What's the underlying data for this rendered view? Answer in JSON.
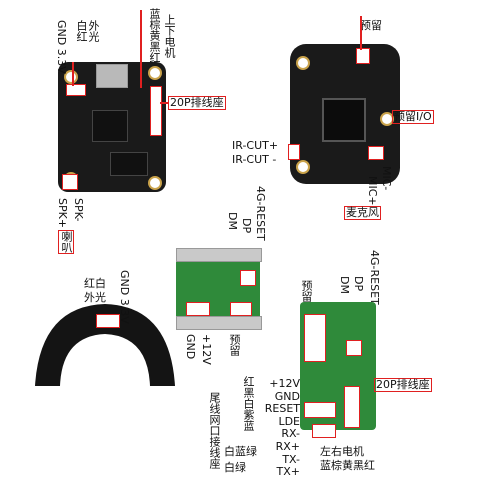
{
  "board1": {
    "label_white_red": "白红",
    "label_gnd_3v3": "GND 3.3V",
    "label_ir_light": "外光",
    "motor_colors": "蓝棕黄黑红",
    "motor_label": "上下电机",
    "connector_20p": "20P排线座",
    "spk_minus": "SPK-",
    "spk_plus": "SPK+",
    "speaker": "喇叭"
  },
  "board2": {
    "reserved_top": "预留",
    "reserved_io": "预留I/O",
    "ircut_plus": "IR-CUT+",
    "ircut_minus": "IR-CUT -",
    "mic_minus": "MIC-",
    "mic_plus": "MIC+",
    "microphone": "麦克风"
  },
  "board3": {
    "reset_4g": "4G-RESET",
    "dp": "DP",
    "dm": "DM",
    "gnd": "GND",
    "v12": "+12V",
    "reserved": "预留"
  },
  "board4": {
    "red_white": "红白",
    "gnd_3v3": "GND 3.3V",
    "ir_light": "外光"
  },
  "board5": {
    "reset_4g": "4G-RESET",
    "dp": "DP",
    "dm": "DM",
    "reserved": "预留",
    "connector_20p": "20P排线座",
    "pins": [
      "+12V",
      "GND",
      "RESET",
      "LDE",
      "RX-",
      "RX+",
      "TX-",
      "TX+"
    ],
    "wire_colors_a": "红黑白紫蓝",
    "wire_colors_b": "白蓝绿",
    "wire_colors_c": "白绿",
    "tail_label": "尾线网口接线座",
    "motor_label": "左右电机",
    "motor_colors": "蓝棕黄黑红"
  }
}
